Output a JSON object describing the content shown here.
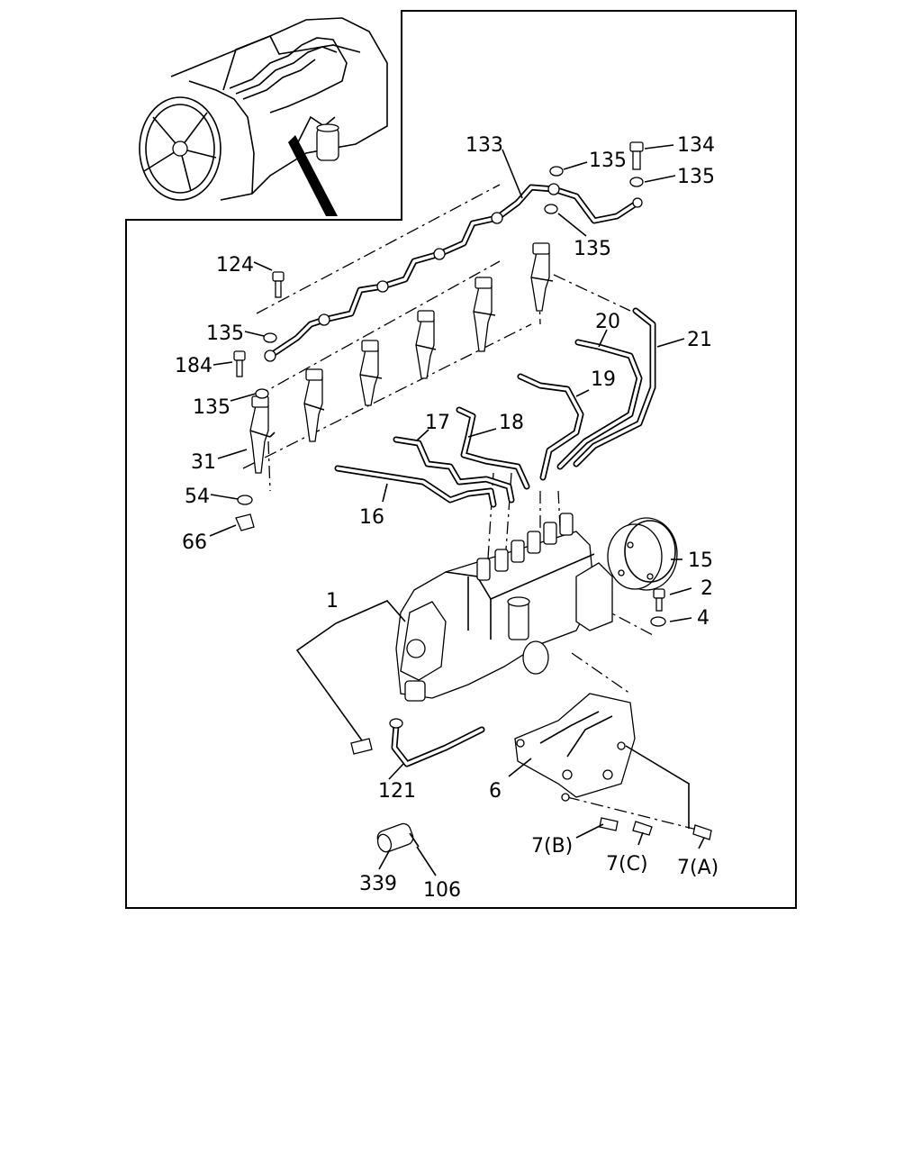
{
  "callouts": {
    "c1": "1",
    "c2": "2",
    "c4": "4",
    "c6": "6",
    "c7a": "7(A)",
    "c7b": "7(B)",
    "c7c": "7(C)",
    "c15": "15",
    "c16": "16",
    "c17": "17",
    "c18": "18",
    "c19": "19",
    "c20": "20",
    "c21": "21",
    "c31": "31",
    "c54": "54",
    "c66": "66",
    "c106": "106",
    "c121": "121",
    "c124": "124",
    "c133": "133",
    "c134": "134",
    "c135a": "135",
    "c135b": "135",
    "c135c": "135",
    "c135d": "135",
    "c135e": "135",
    "c184": "184",
    "c339": "339"
  }
}
